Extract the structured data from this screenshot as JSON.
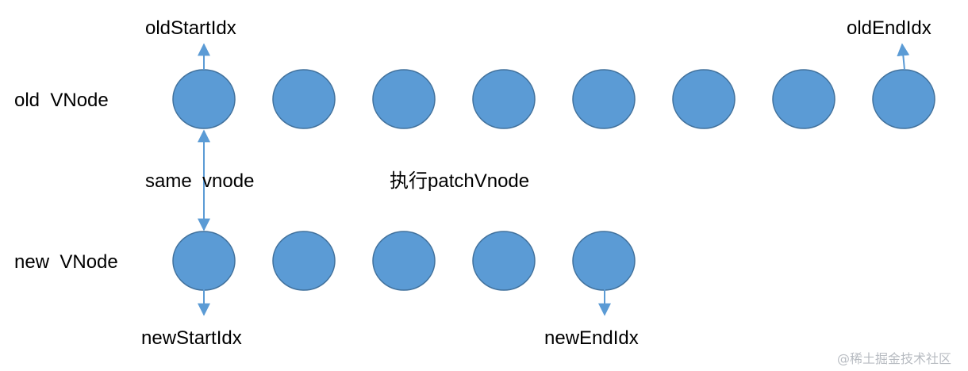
{
  "rows": {
    "old": {
      "label": "old  VNode",
      "node_count": 8
    },
    "new": {
      "label": "new  VNode",
      "node_count": 5
    }
  },
  "pointers": {
    "old_start": "oldStartIdx",
    "old_end": "oldEndIdx",
    "new_start": "newStartIdx",
    "new_end": "newEndIdx"
  },
  "annotations": {
    "same_vnode": "same  vnode",
    "action": "执行patchVnode"
  },
  "watermark": "@稀土掘金技术社区",
  "colors": {
    "node_fill": "#5b9bd5",
    "node_stroke": "#41719c",
    "arrow": "#5b9bd5",
    "text": "#000000"
  }
}
